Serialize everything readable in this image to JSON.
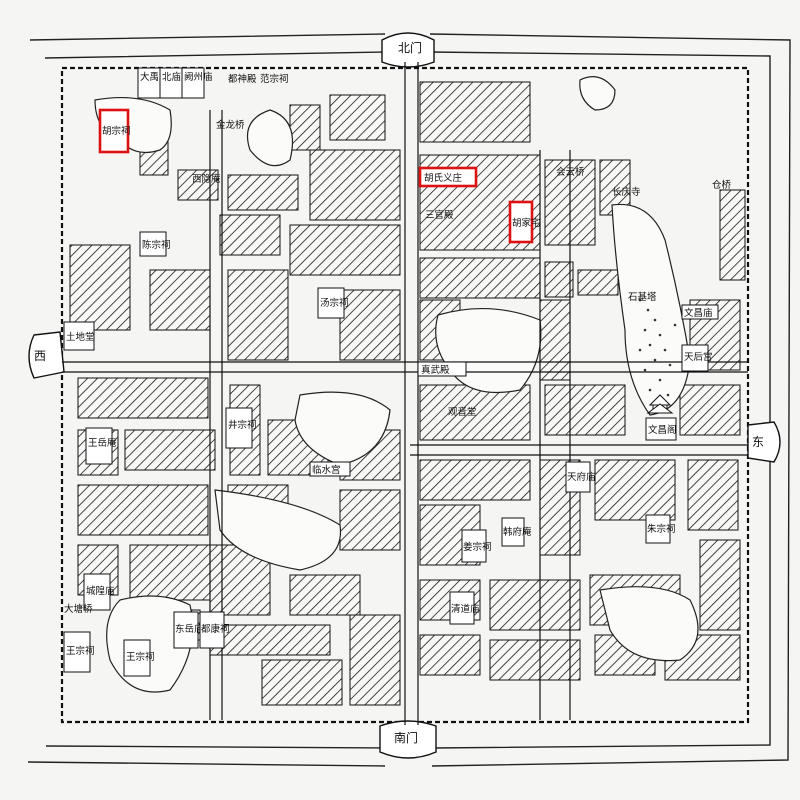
{
  "map": {
    "gates": {
      "north": "北门",
      "south": "南门",
      "east": "东",
      "west": "西"
    },
    "labels": {
      "da_ma_dian": "大禹殿",
      "bei_miao": "北庙",
      "fu_zhou_ci": "阙州庙",
      "du_shen_dian": "都神殿",
      "fan_zong_ci": "范宗祠",
      "jin_long_qiao": "金龙桥",
      "hu_zong_ci": "胡宗祠",
      "xi_yin_an": "西隐庵",
      "chen_zong_ci": "陈宗祠",
      "tang_zong_ci": "汤宗祠",
      "tu_di_tang": "土地堂",
      "zhen_wu_dian": "真武殿",
      "san_guan_dian": "三官殿",
      "hu_shi_yi_zhuang": "胡氏义庄",
      "hu_jia_zhai": "胡家宅",
      "hui_yun_qiao": "会云桥",
      "chang_qing_si": "长庆寺",
      "cang_qiao": "仓桥",
      "shi_ji_ta": "石基塔",
      "wen_chang_miao": "文昌庙",
      "tian_hou_gong": "天后宫",
      "guan_yin_tang": "观音堂",
      "wen_chang_ge": "文昌阁",
      "jing_zong_ci": "井宗祠",
      "wang_yue_an": "王岳庵",
      "ling_shui_gong": "临水宫",
      "tian_fu_miao": "天府庙",
      "han_fu_an": "韩府庵",
      "zhu_zong_ci": "朱宗祠",
      "jiang_zong_ci": "姜宗祠",
      "qing_dao_miao": "清道庙",
      "cheng_huang_miao": "城隍庙",
      "da_tang_qiao": "大塘桥",
      "wang_zong_ci": "王宗祠",
      "dong_yue_miao": "东岳庙",
      "du_kang_ci": "都康祠"
    },
    "highlighted": [
      "胡宗祠",
      "胡氏义庄",
      "胡家宅"
    ]
  }
}
